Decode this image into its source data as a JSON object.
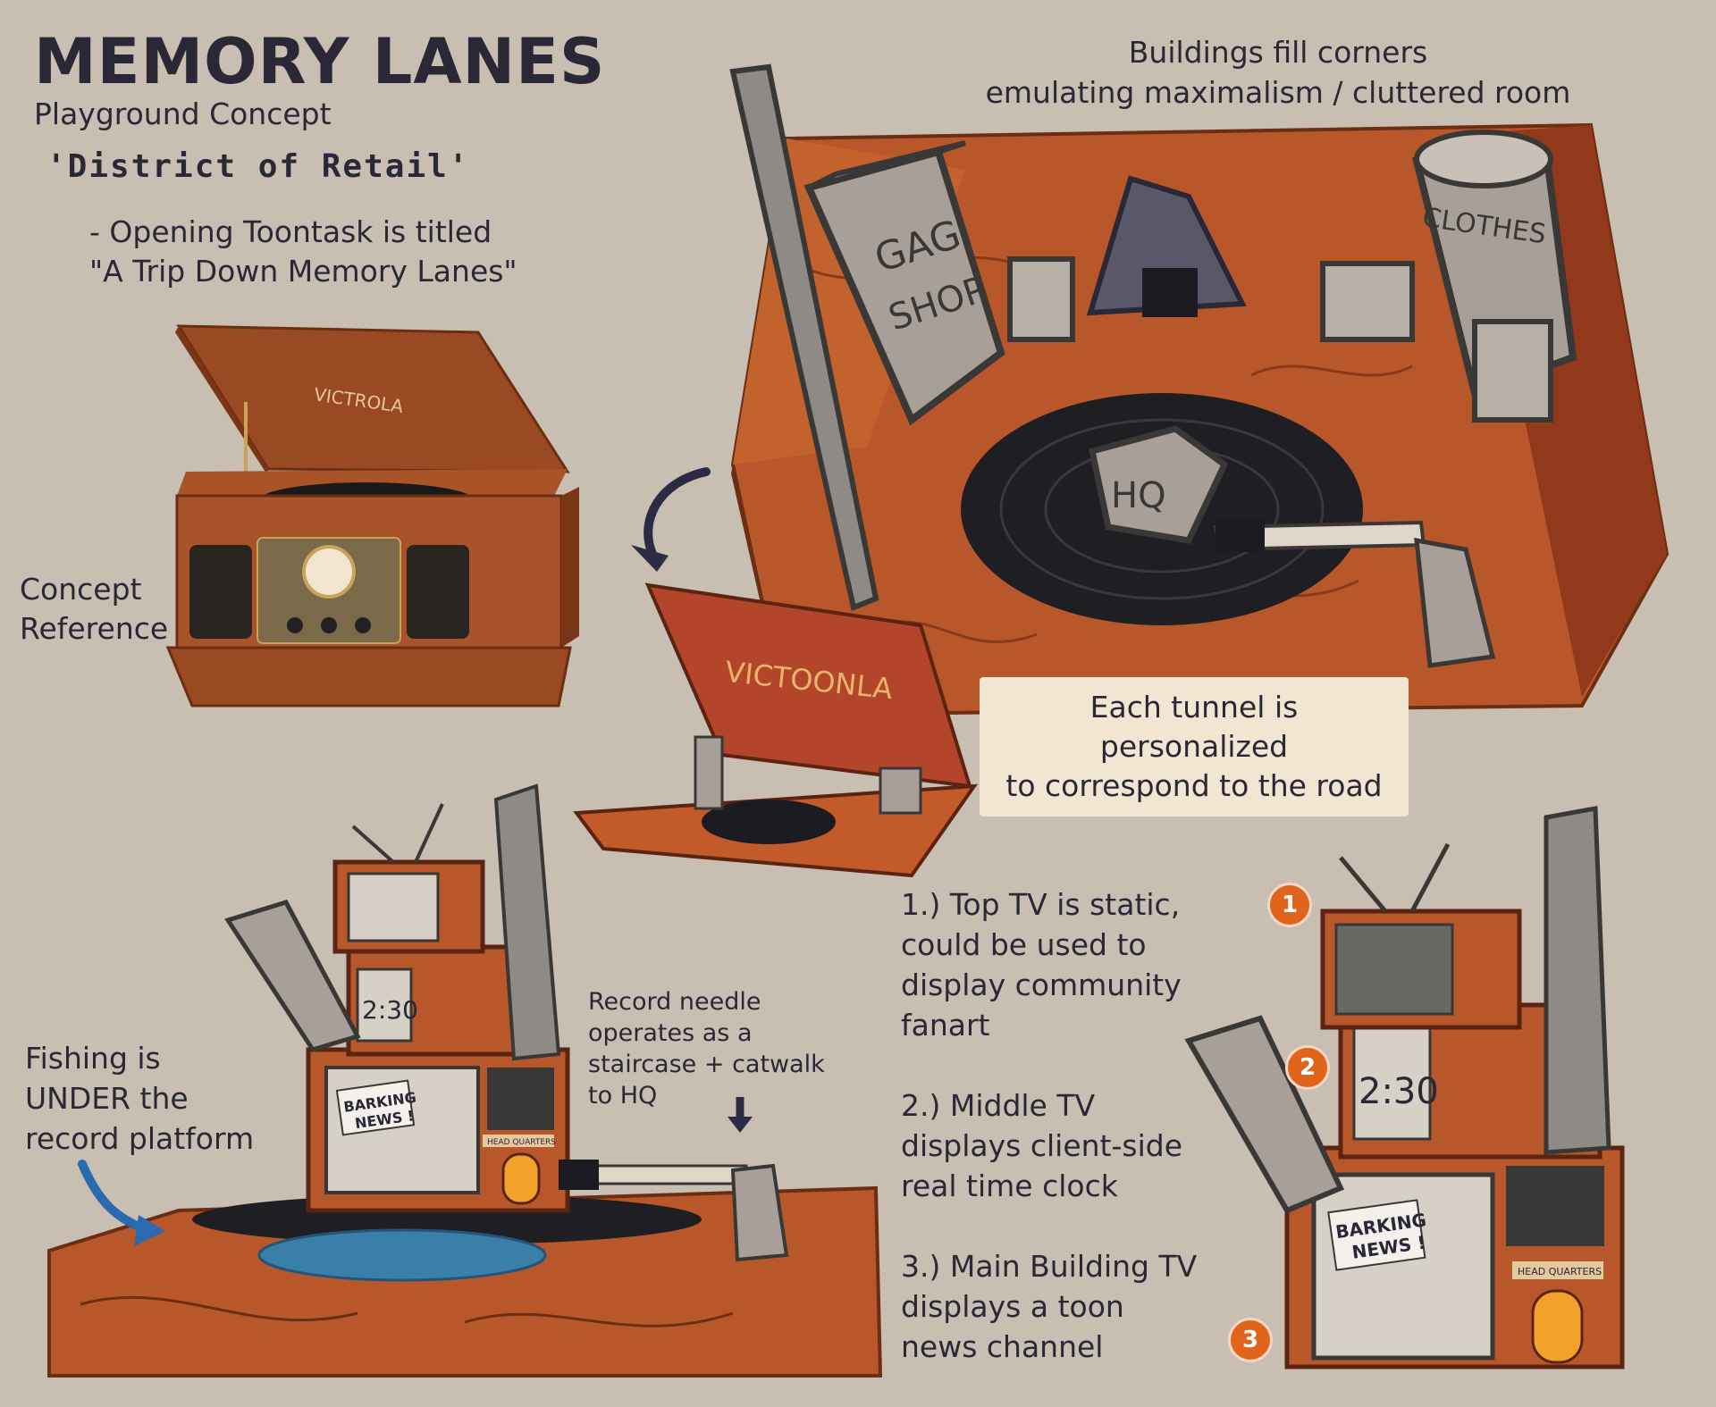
{
  "header": {
    "title": "MEMORY LANES",
    "subtitle": "Playground Concept",
    "district": "'District of Retail'",
    "toontask_line1": "- Opening Toontask is titled",
    "toontask_line2": "\"A Trip Down Memory Lanes\""
  },
  "reference": {
    "label_line1": "Concept",
    "label_line2": "Reference",
    "brand": "VICTROLA"
  },
  "platform": {
    "note_line1": "Buildings fill corners",
    "note_line2": "emulating maximalism / cluttered room",
    "gag_shop_line1": "GAG",
    "gag_shop_line2": "SHOP",
    "clothes": "CLOTHES",
    "hq": "HQ",
    "victoonla": "VICTOONLA",
    "tunnel_line1": "Each tunnel is personalized",
    "tunnel_line2": "to correspond to the road"
  },
  "side_view": {
    "clock": "2:30",
    "barking_line1": "BARKING",
    "barking_line2": "NEWS !",
    "hq_sign": "HEAD QUARTERS",
    "fishing_line1": "Fishing is",
    "fishing_line2": "UNDER the",
    "fishing_line3": "record platform",
    "needle_line1": "Record needle",
    "needle_line2": "operates as a",
    "needle_line3": "staircase + catwalk",
    "needle_line4": "to HQ"
  },
  "notes": [
    {
      "line1": "1.) Top TV is static,",
      "line2": "could be used to",
      "line3": "display community",
      "line4": "fanart"
    },
    {
      "line1": "2.) Middle TV",
      "line2": "displays client-side",
      "line3": "real time clock",
      "line4": ""
    },
    {
      "line1": "3.) Main Building TV",
      "line2": "displays a toon",
      "line3": "news channel",
      "line4": ""
    }
  ],
  "badges": [
    "1",
    "2",
    "3"
  ],
  "detail_view": {
    "clock": "2:30",
    "barking_line1": "BARKING",
    "barking_line2": "NEWS !",
    "hq_sign": "HEAD QUARTERS"
  },
  "colors": {
    "background": "#c8beb2",
    "wood": "#b8582a",
    "wood_dark": "#8a3a1c",
    "record": "#222222",
    "badge": "#e0641c",
    "tunnel_note_bg": "#f2e6d2"
  }
}
